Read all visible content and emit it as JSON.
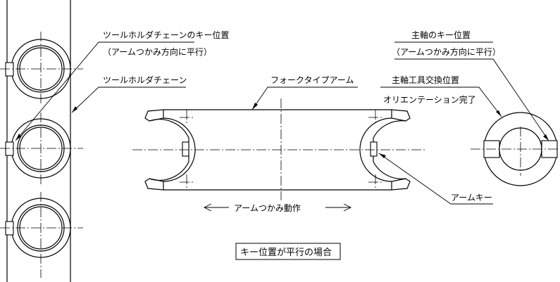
{
  "labels": {
    "chain_key_title": "ツールホルダチェーンのキー位置",
    "chain_key_note": "（アームつかみ方向に平行）",
    "chain": "ツールホルダチェーン",
    "fork_arm": "フォークタイプアーム",
    "spindle_key_title": "主軸のキー位置",
    "spindle_key_note": "（アームつかみ方向に平行）",
    "tool_change_pos": "主軸工具交換位置",
    "orientation_done": "オリエンテーション完了",
    "arm_grip_motion": "アームつかみ動作",
    "arm_key": "アームキー",
    "caption": "キー位置が平行の場合"
  }
}
